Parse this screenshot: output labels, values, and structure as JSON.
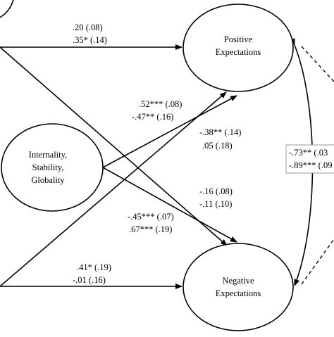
{
  "nodes": {
    "positive": {
      "line1": "Positive",
      "line2": "Expectations"
    },
    "negative": {
      "line1": "Negative",
      "line2": "Expectations"
    },
    "attribution": {
      "line1": "Internality,",
      "line2": "Stability,",
      "line3": "Globality"
    }
  },
  "paths": {
    "top_to_positive": {
      "a": ".20 (.08)",
      "b": ".35* (.14)"
    },
    "bottom_to_positive": {
      "a": ".52*** (.08)",
      "b": "-.47** (.16)"
    },
    "attribution_to_positive": {
      "a": "-.38** (.14)",
      "b": ".05 (.18)"
    },
    "top_to_negative": {
      "a": "-.16 (.08)",
      "b": "-.11 (.10)"
    },
    "attribution_to_negative": {
      "a": "-.45*** (.07)",
      "b": ".67*** (.19)"
    },
    "bottom_to_negative": {
      "a": ".41* (.19)",
      "b": "-.01 (.16)"
    },
    "covariance": {
      "a": "-.73** (.03",
      "b": "-.89*** (.09"
    }
  }
}
